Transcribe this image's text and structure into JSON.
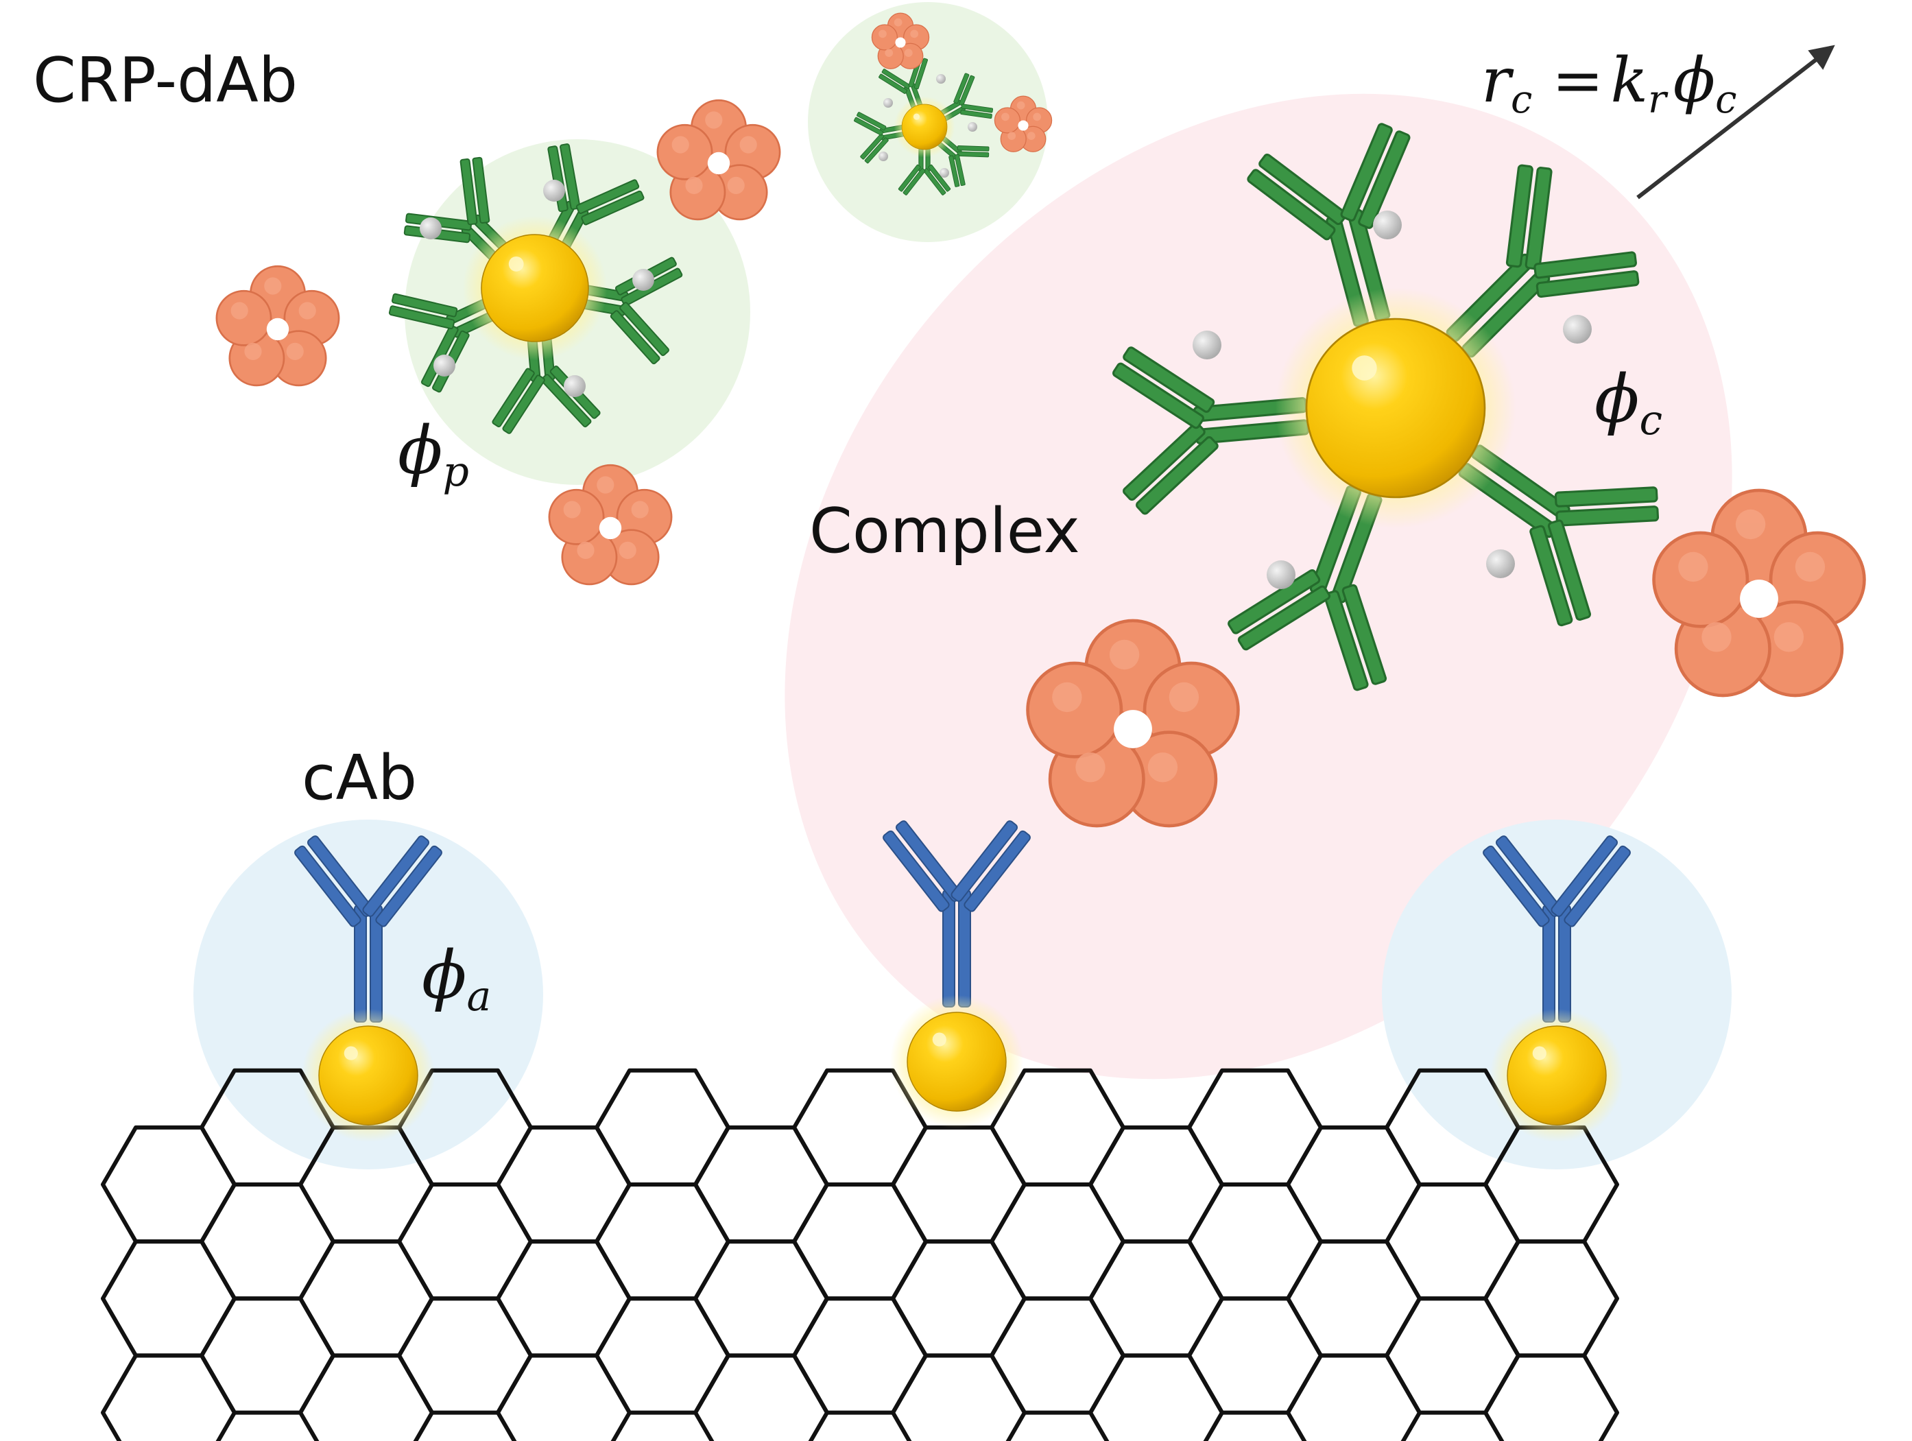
{
  "labels": {
    "crp_dab": "CRP-dAb",
    "complex": "Complex",
    "cab": "cAb"
  },
  "symbols": {
    "phi_p": {
      "base": "ϕ",
      "sub": "p"
    },
    "phi_a": {
      "base": "ϕ",
      "sub": "a"
    },
    "phi_c": {
      "base": "ϕ",
      "sub": "c"
    }
  },
  "rate_equation": {
    "r": "r",
    "r_sub": "c",
    "eq": " =",
    "k": "k",
    "k_sub": "r",
    "phi": "ϕ",
    "phi_sub": "c"
  },
  "colors": {
    "antibody_detection": "#3a9444",
    "antibody_capture": "#3f6fb8",
    "crp_protein": "#f0906a",
    "gold_particle": "#f3c200",
    "region_crp": "#eaf5e4",
    "region_complex": "#fdecef",
    "region_cab": "#e5f2f9",
    "graphene_line": "#111111"
  }
}
